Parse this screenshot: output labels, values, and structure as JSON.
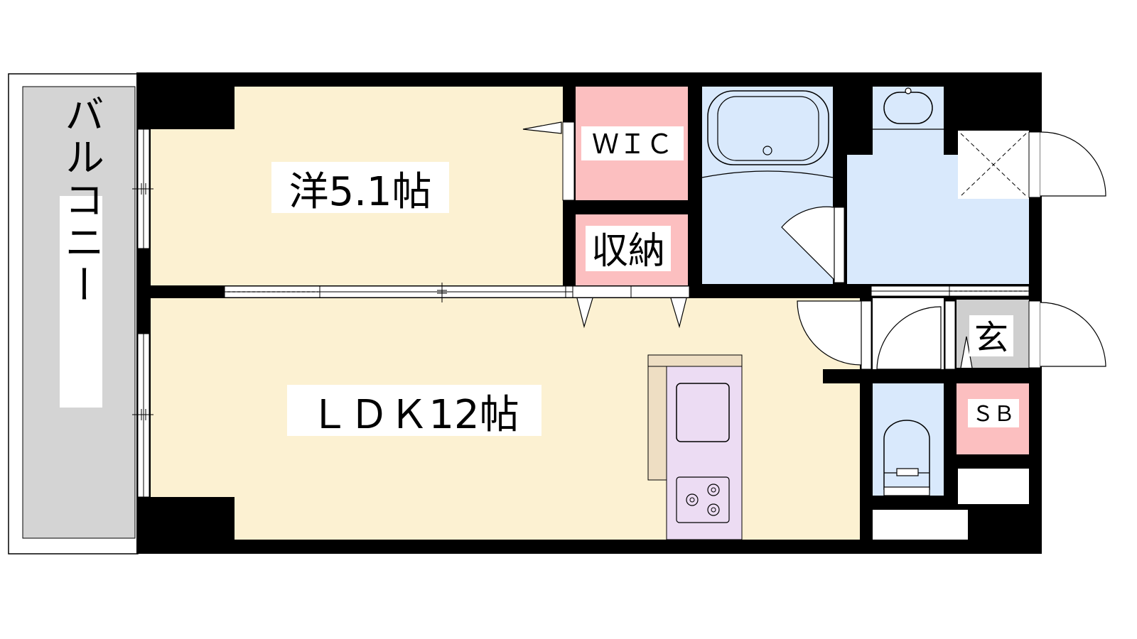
{
  "rooms": {
    "western_room": {
      "label": "洋5.1帖",
      "color": "#fcf1d2"
    },
    "ldk": {
      "label": "ＬＤＫ12帖",
      "color": "#fcf1d2"
    },
    "wic": {
      "label": "ＷＩＣ",
      "color": "#fcbfc0"
    },
    "storage": {
      "label": "収納",
      "color": "#fcbfc0"
    },
    "bathroom": {
      "color": "#d9e9fc"
    },
    "washroom": {
      "color": "#d9e9fc"
    },
    "toilet": {
      "color": "#d9e9fc"
    },
    "entrance": {
      "label": "玄",
      "color": "#cfcfcf"
    },
    "shoe_box": {
      "label": "ＳＢ",
      "color": "#fcbfc0"
    },
    "balcony": {
      "label": "バルコニー",
      "color": "#d4d4d4"
    },
    "kitchen": {
      "color": "#ecdcf3",
      "counter_color": "#eedec3"
    }
  },
  "colors": {
    "wall": "#000000",
    "background": "#ffffff"
  }
}
